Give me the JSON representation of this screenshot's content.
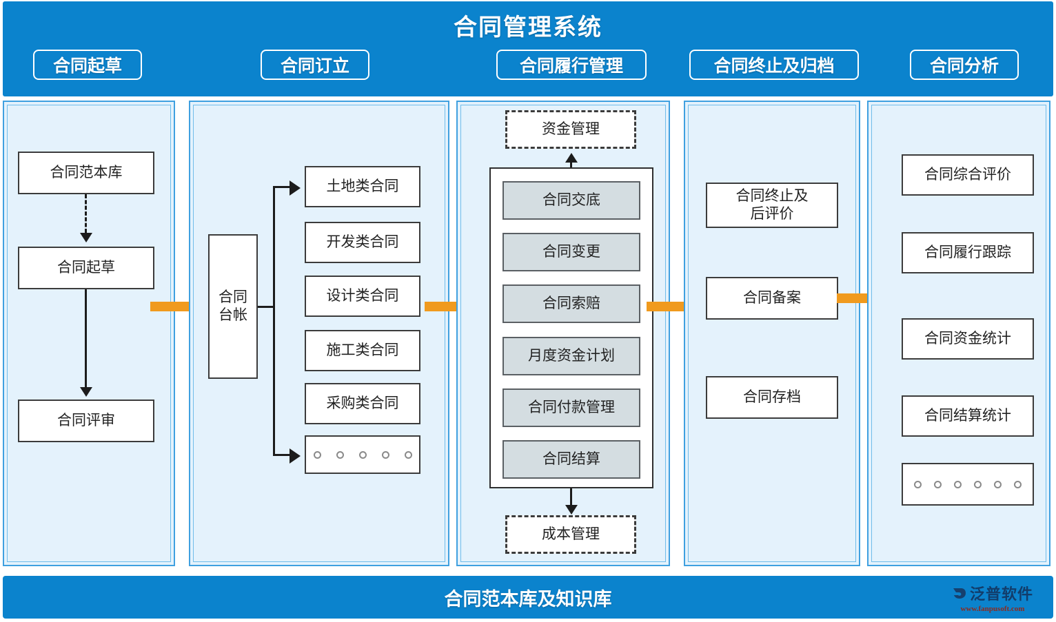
{
  "header": {
    "title": "合同管理系统",
    "tabs": [
      {
        "label": "合同起草"
      },
      {
        "label": "合同订立"
      },
      {
        "label": "合同履行管理"
      },
      {
        "label": "合同终止及归档"
      },
      {
        "label": "合同分析"
      }
    ]
  },
  "columns": {
    "drafting": {
      "nodes": [
        {
          "label": "合同范本库"
        },
        {
          "label": "合同起草"
        },
        {
          "label": "合同评审"
        }
      ]
    },
    "conclusion": {
      "ledger": "合同\n台帐",
      "ledger_line1": "合同",
      "ledger_line2": "台帐",
      "types": [
        {
          "label": "土地类合同"
        },
        {
          "label": "开发类合同"
        },
        {
          "label": "设计类合同"
        },
        {
          "label": "施工类合同"
        },
        {
          "label": "采购类合同"
        },
        {
          "label": "。。。。。",
          "dots": 5
        }
      ]
    },
    "performance": {
      "top_dashed": "资金管理",
      "bottom_dashed": "成本管理",
      "items": [
        {
          "label": "合同交底"
        },
        {
          "label": "合同变更"
        },
        {
          "label": "合同索赔"
        },
        {
          "label": "月度资金计划"
        },
        {
          "label": "合同付款管理"
        },
        {
          "label": "合同结算"
        }
      ]
    },
    "termination": {
      "nodes": [
        {
          "label_line1": "合同终止及",
          "label_line2": "后评价"
        },
        {
          "label": "合同备案"
        },
        {
          "label": "合同存档"
        }
      ]
    },
    "analysis": {
      "nodes": [
        {
          "label": "合同综合评价"
        },
        {
          "label": "合同履行跟踪"
        },
        {
          "label": "合同资金统计"
        },
        {
          "label": "合同结算统计"
        },
        {
          "label": "。。。。。。",
          "dots": 6
        }
      ]
    }
  },
  "footer": {
    "title": "合同范本库及知识库",
    "watermark_name": "泛普软件",
    "watermark_url": "www.fanpusoft.com"
  },
  "colors": {
    "brand_blue": "#0B83CD",
    "panel_bg": "#E4F2FC",
    "panel_border": "#3FA0E0",
    "arrow_orange": "#F09A1E",
    "node_gray": "#D4DDE1",
    "node_border": "#3B3B3B"
  }
}
